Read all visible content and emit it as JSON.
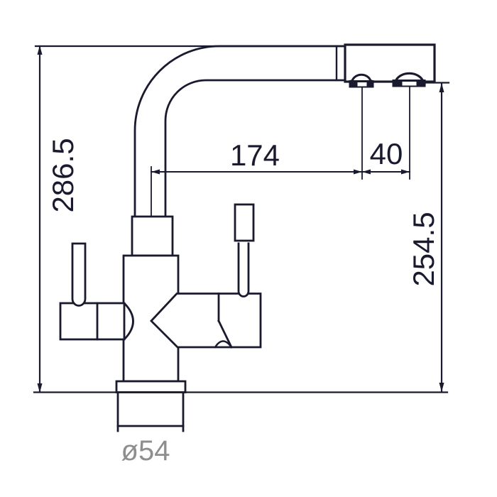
{
  "colors": {
    "line": "#1a1a2e",
    "dim_text": "#1a1a2e",
    "diameter_text": "#8e8e8e",
    "background": "#ffffff"
  },
  "dimensions": {
    "overall_height": "286.5",
    "spout_reach": "174",
    "aerator_spacing": "40",
    "outlet_height": "254.5",
    "base_diameter": "ø54"
  }
}
